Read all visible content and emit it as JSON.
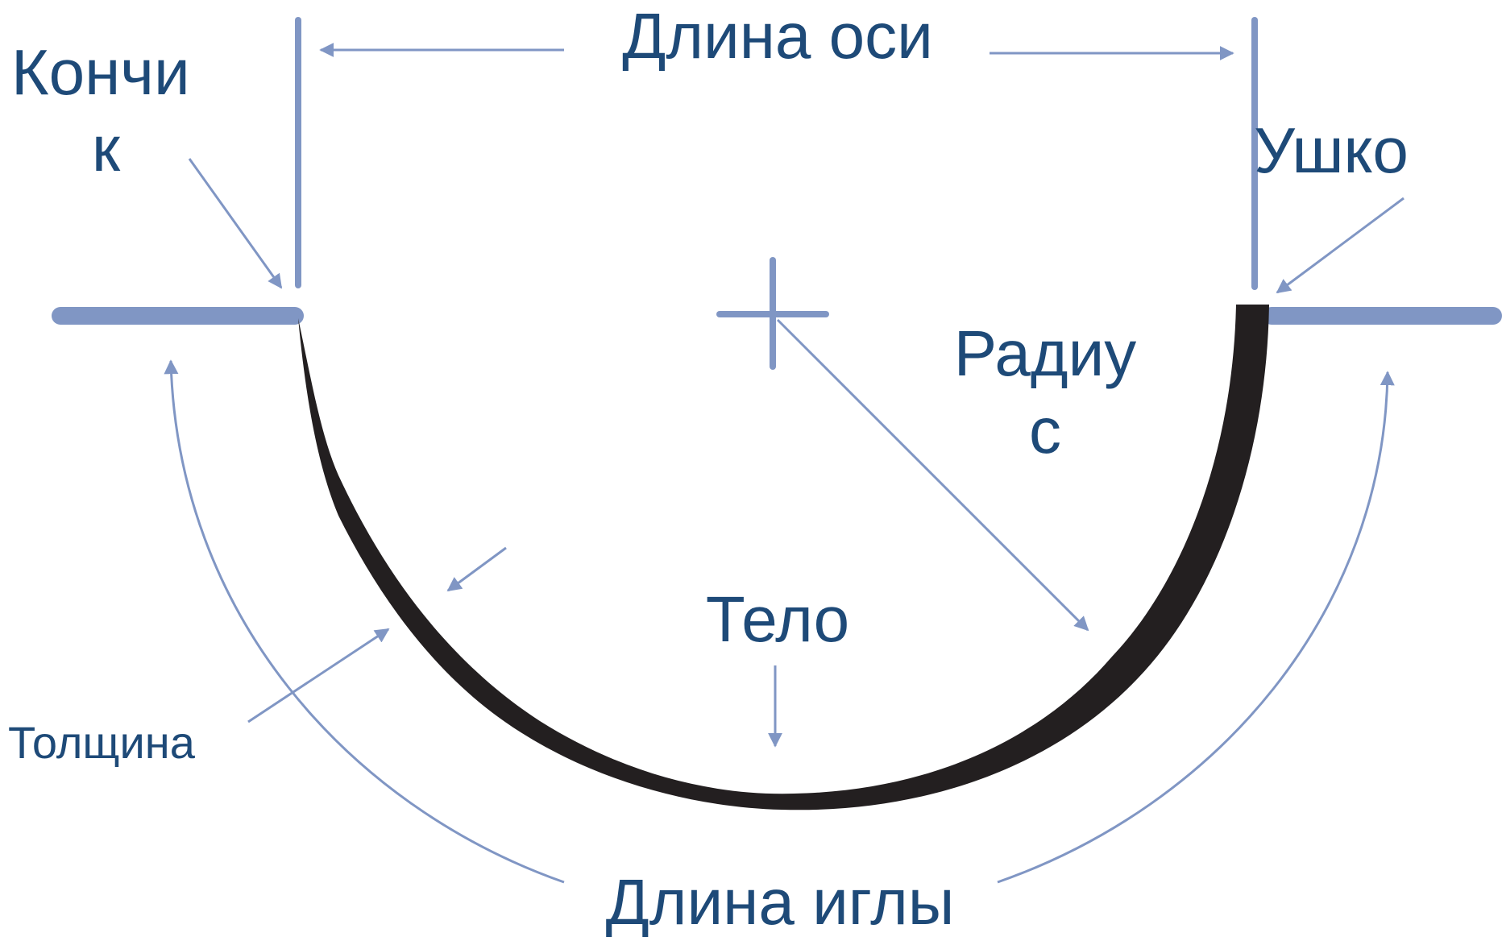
{
  "title": "",
  "colors": {
    "label": "#1e4a78",
    "guide": "#8096c4",
    "needle": "#231f20",
    "background": "#ffffff"
  },
  "labels": {
    "tip_line1": "Кончи",
    "tip_line2": "к",
    "axis_length": "Длина оси",
    "eye": "Ушко",
    "radius_line1": "Радиу",
    "radius_line2": "с",
    "body": "Тело",
    "thickness": "Толщина",
    "needle_length": "Длина иглы"
  }
}
